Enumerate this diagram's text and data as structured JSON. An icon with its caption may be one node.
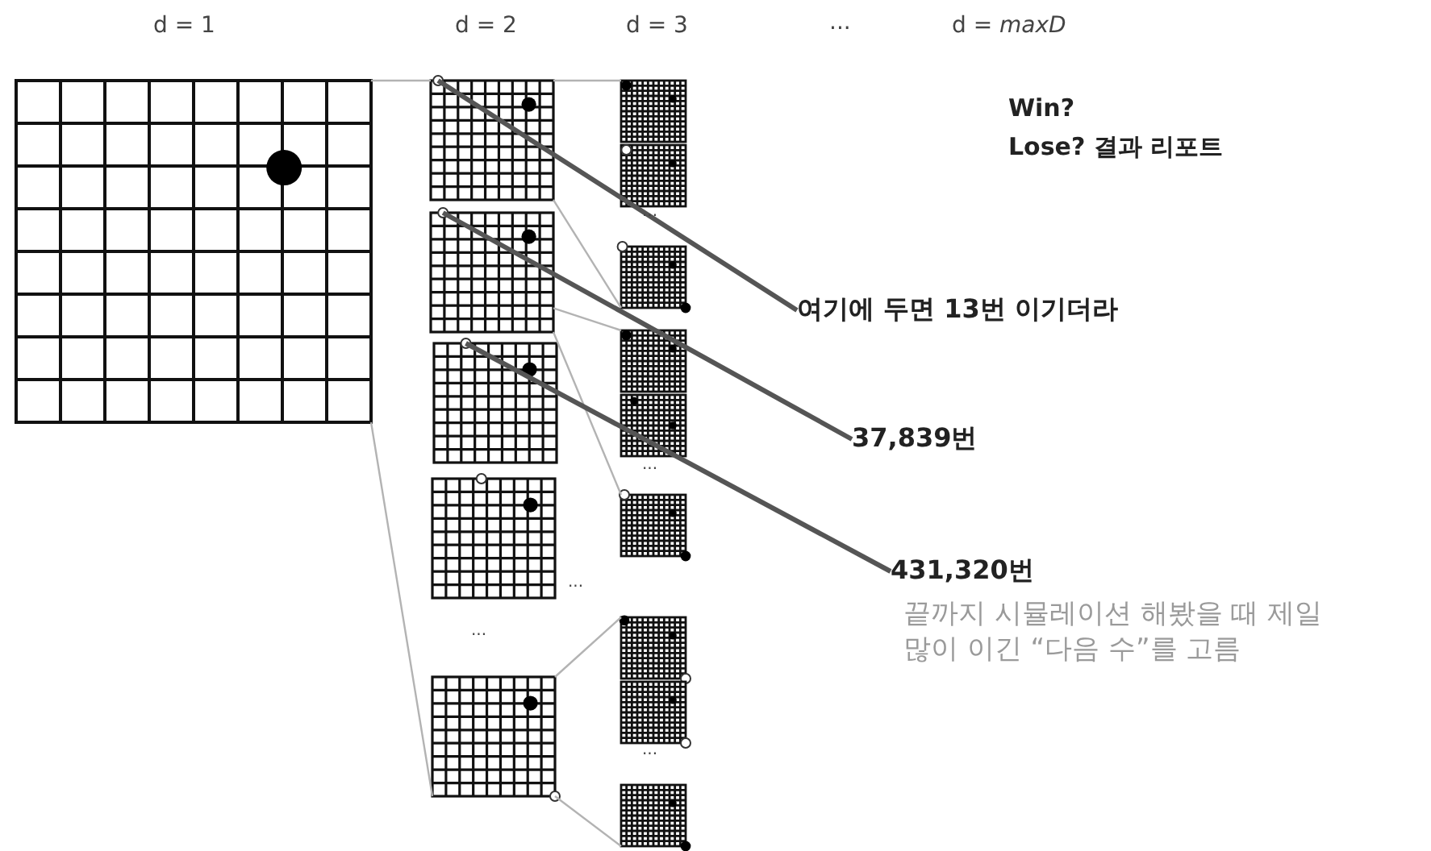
{
  "diagram": {
    "nodes": [
      {
        "text": [],
        "shape": "box"
      },
      {
        "text": [],
        "shape": "box"
      },
      {
        "text": [],
        "shape": "box"
      },
      {
        "text": [],
        "shape": "box"
      },
      {
        "text": [],
        "shape": "box"
      },
      {
        "text": [],
        "shape": "box"
      },
      {
        "text": [],
        "shape": "box"
      },
      {
        "text": [],
        "shape": "box"
      },
      {
        "text": [],
        "shape": "box"
      },
      {
        "text": [],
        "shape": "box"
      },
      {
        "text": [],
        "shape": "box"
      },
      {
        "text": [],
        "shape": "box"
      },
      {
        "text": [],
        "shape": "box"
      },
      {
        "text": [],
        "shape": "box"
      },
      {
        "text": [],
        "shape": "box"
      },
      {
        "text": [
          "여기에 두면 13번 이기더라"
        ]
      },
      {
        "text": [
          "37,839번"
        ]
      },
      {
        "text": [
          "431,320번"
        ]
      }
    ],
    "edges": [
      {
        "from": 0,
        "to": 1,
        "arrow": "none"
      },
      {
        "from": 0,
        "to": 5,
        "arrow": "none"
      },
      {
        "from": 1,
        "to": 6,
        "arrow": "none"
      },
      {
        "from": 1,
        "to": 8,
        "arrow": "none"
      },
      {
        "from": 2,
        "to": 9,
        "arrow": "none"
      },
      {
        "from": 2,
        "to": 11,
        "arrow": "none"
      },
      {
        "from": 5,
        "to": 12,
        "arrow": "none"
      },
      {
        "from": 5,
        "to": 14,
        "arrow": "none"
      },
      {
        "from": 15,
        "to": 1,
        "arrow": "none",
        "style": "thick",
        "color": "#555555"
      },
      {
        "from": 16,
        "to": 2,
        "arrow": "none",
        "style": "thick",
        "color": "#555555"
      },
      {
        "from": 17,
        "to": 3,
        "arrow": "none",
        "style": "thick",
        "color": "#555555"
      }
    ],
    "labels": [
      "d = 1",
      "d = 2",
      "d = 3",
      "...",
      "d = *maxD*",
      "Win?",
      "Lose? 결과 리포트",
      "...",
      "...",
      "...",
      "...",
      "...",
      "끝까지 시뮬레이션 해봤을 때 제일 많이 이긴 “다음 수”를 고름"
    ]
  }
}
